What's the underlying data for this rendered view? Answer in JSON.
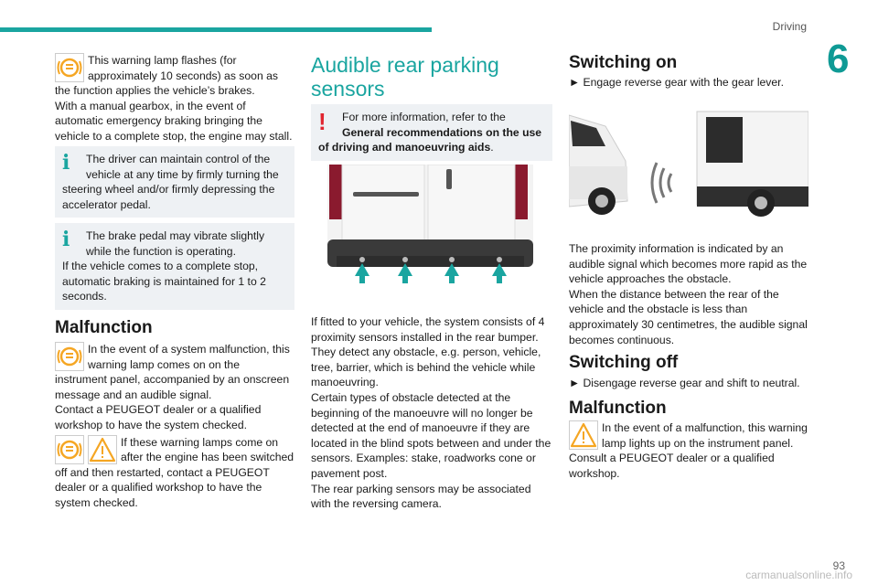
{
  "header": {
    "section": "Driving",
    "chapter": "6",
    "page_number": "93"
  },
  "watermark": "carmanualsonline.info",
  "col1": {
    "lamp_para": "This warning lamp flashes (for approximately 10 seconds) as soon as the function applies the vehicle’s brakes.",
    "gearbox_para": "With a manual gearbox, in the event of automatic emergency braking bringing the vehicle to a complete stop, the engine may stall.",
    "info1": "The driver can maintain control of the vehicle at any time by firmly turning the steering wheel and/or firmly depressing the accelerator pedal.",
    "info2_a": "The brake pedal may vibrate slightly while the function is operating.",
    "info2_b": "If the vehicle comes to a complete stop, automatic braking is maintained for 1 to 2 seconds.",
    "malfunction_title": "Malfunction",
    "malf_para1": "In the event of a system malfunction, this warning lamp comes on on the instrument panel, accompanied by an onscreen message and an audible signal.",
    "malf_para2": "Contact a PEUGEOT dealer or a qualified workshop to have the system checked.",
    "malf_para3": "If these warning lamps come on after the engine has been switched off and then restarted, contact a PEUGEOT dealer or a qualified workshop to have the system checked."
  },
  "col2": {
    "title": "Audible rear parking sensors",
    "warn_a": "For more information, refer to the ",
    "warn_b": "General recommendations on the use of driving and manoeuvring aids",
    "warn_c": ".",
    "para1": "If fitted to your vehicle, the system consists of 4 proximity sensors installed in the rear bumper. They detect any obstacle, e.g. person, vehicle, tree, barrier, which is behind the vehicle while manoeuvring.",
    "para2": "Certain types of obstacle detected at the beginning of the manoeuvre will no longer be detected at the end of manoeuvre if they are located in the blind spots between and under the sensors. Examples: stake, roadworks cone or pavement post.",
    "para3": "The rear parking sensors may be associated with the reversing camera."
  },
  "col3": {
    "on_title": "Switching on",
    "on_step": "► Engage reverse gear with the gear lever.",
    "prox1": "The proximity information is indicated by an audible signal which becomes more rapid as the vehicle approaches the obstacle.",
    "prox2": "When the distance between the rear of the vehicle and the obstacle is less than approximately 30 centimetres, the audible signal becomes continuous.",
    "off_title": "Switching off",
    "off_step": "► Disengage reverse gear and shift to neutral.",
    "malf_title": "Malfunction",
    "malf_text": "In the event of a malfunction, this warning lamp lights up on the instrument panel. Consult a PEUGEOT dealer or a qualified workshop."
  },
  "colors": {
    "accent": "#1aa5a0",
    "warning": "#e1252f",
    "lamp": "#f5a623"
  },
  "icons": [
    "brake-warning-lamp-icon",
    "info-icon",
    "warning-triangle-icon",
    "exclamation-icon",
    "sensor-arrow-icon",
    "sound-wave-icon"
  ]
}
